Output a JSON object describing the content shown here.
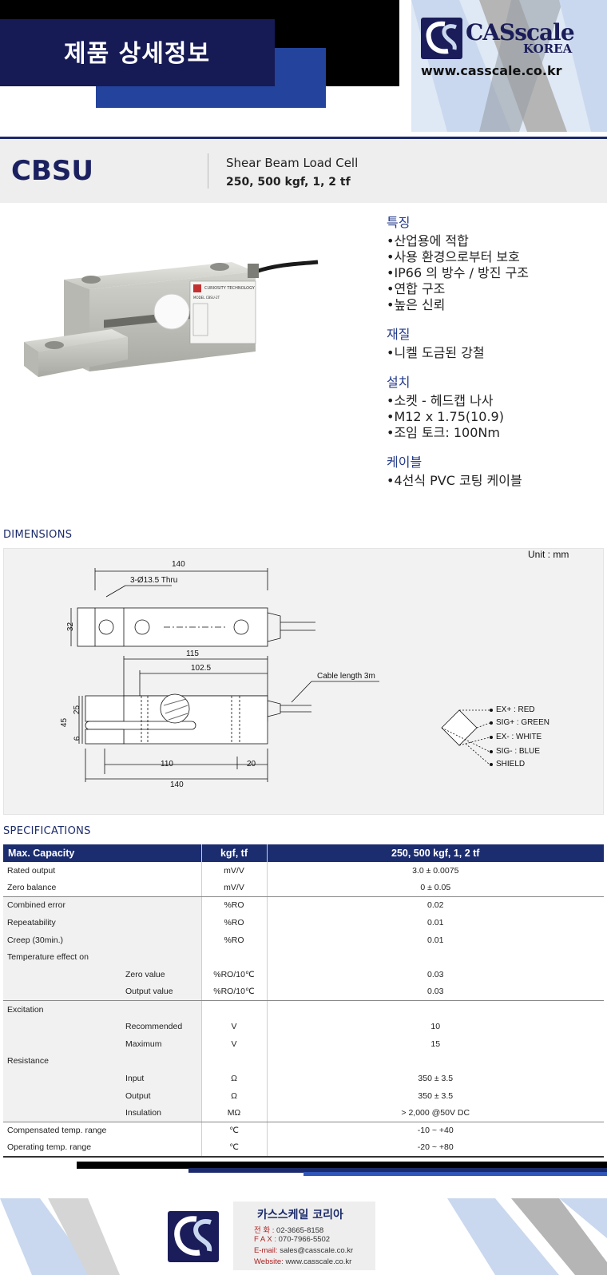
{
  "header": {
    "title": "제품 상세정보",
    "logo_cas": "CASscale",
    "logo_korea": "KOREA",
    "website": "www.casscale.co.kr"
  },
  "product": {
    "model": "CBSU",
    "type": "Shear Beam Load Cell",
    "capacity": "250, 500 kgf, 1, 2 tf",
    "label_brand": "CURIOSITY TECHNOLOGY",
    "label_model": "MODEL CBSU-2T"
  },
  "features": [
    {
      "heading": "특징",
      "items": [
        "•산업용에 적합",
        "•사용 환경으로부터 보호",
        "•IP66 의 방수 / 방진 구조",
        "•연합 구조",
        "•높은 신뢰"
      ]
    },
    {
      "heading": "재질",
      "items": [
        "•니켈 도금된 강철"
      ]
    },
    {
      "heading": "설치",
      "items": [
        "•소켓 - 헤드캡 나사",
        "•M12 x 1.75(10.9)",
        "•조임 토크: 100Nm"
      ]
    },
    {
      "heading": "케이블",
      "items": [
        "•4선식 PVC 코팅 케이블"
      ]
    }
  ],
  "dimensions": {
    "title": "DIMENSIONS",
    "unit": "Unit : mm",
    "labels": {
      "top_width": "140",
      "holes": "3-Ø13.5 Thru",
      "height_top": "32",
      "side_115": "115",
      "side_102": "102.5",
      "cable": "Cable length 3m",
      "h45": "45",
      "h25": "25",
      "h6": "6",
      "b110": "110",
      "b20": "20",
      "b140": "140"
    },
    "wiring": [
      "EX+ : RED",
      "SIG+ : GREEN",
      "EX- : WHITE",
      "SIG- : BLUE",
      "SHIELD"
    ]
  },
  "specifications": {
    "title": "SPECIFICATIONS",
    "header": [
      "Max. Capacity",
      "kgf, tf",
      "250, 500 kgf, 1, 2 tf"
    ],
    "rows": [
      {
        "c1": "Rated output",
        "c2": "",
        "unit": "mV/V",
        "value": "3.0 ± 0.0075",
        "g": "g1"
      },
      {
        "c1": "Zero balance",
        "c2": "",
        "unit": "mV/V",
        "value": "0 ± 0.05",
        "g": "g1",
        "end": true
      },
      {
        "c1": "Combined error",
        "c2": "",
        "unit": "%RO",
        "value": "0.02",
        "g": "g2"
      },
      {
        "c1": "Repeatability",
        "c2": "",
        "unit": "%RO",
        "value": "0.01",
        "g": "g2"
      },
      {
        "c1": "Creep (30min.)",
        "c2": "",
        "unit": "%RO",
        "value": "0.01",
        "g": "g2"
      },
      {
        "c1": "Temperature effect on",
        "c2": "",
        "unit": "",
        "value": "",
        "g": "g2"
      },
      {
        "c1": "",
        "c2": "Zero value",
        "unit": "%RO/10℃",
        "value": "0.03",
        "g": "g2"
      },
      {
        "c1": "",
        "c2": "Output  value",
        "unit": "%RO/10℃",
        "value": "0.03",
        "g": "g2",
        "end": true
      },
      {
        "c1": "Excitation",
        "c2": "",
        "unit": "",
        "value": "",
        "g": "g3"
      },
      {
        "c1": "",
        "c2": "Recommended",
        "unit": "V",
        "value": "10",
        "g": "g3"
      },
      {
        "c1": "",
        "c2": "Maximum",
        "unit": "V",
        "value": "15",
        "g": "g3"
      },
      {
        "c1": "Resistance",
        "c2": "",
        "unit": "",
        "value": "",
        "g": "g3"
      },
      {
        "c1": "",
        "c2": "Input",
        "unit": "Ω",
        "value": "350 ± 3.5",
        "g": "g3"
      },
      {
        "c1": "",
        "c2": "Output",
        "unit": "Ω",
        "value": "350 ± 3.5",
        "g": "g3"
      },
      {
        "c1": "",
        "c2": "Insulation",
        "unit": "MΩ",
        "value": "> 2,000 @50V DC",
        "g": "g3",
        "end": true
      },
      {
        "c1": "Compensated temp. range",
        "c2": "",
        "unit": "℃",
        "value": "-10 ~ +40",
        "g": "g4"
      },
      {
        "c1": "Operating temp. range",
        "c2": "",
        "unit": "℃",
        "value": "-20 ~ +80",
        "g": "g4"
      }
    ]
  },
  "footer": {
    "company": "카스스케일 코리아",
    "phone_label": "전 화 :",
    "phone": "02-3665-8158",
    "fax_label": "F A X :",
    "fax": "070-7966-5502",
    "email_label": "E-mail:",
    "email": "sales@casscale.co.kr",
    "web_label": "Website:",
    "web": "www.casscale.co.kr"
  },
  "colors": {
    "navy": "#161a55",
    "blue": "#23439c",
    "table_header": "#1b2d6f",
    "deco_light_blue": "#c9d8ee",
    "deco_gray": "#b5b5b5"
  }
}
